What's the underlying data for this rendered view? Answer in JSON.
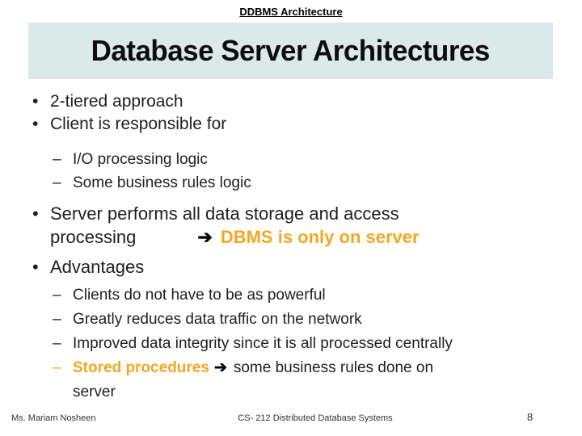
{
  "header": {
    "course_tag": "DDBMS Architecture"
  },
  "title_bar": {
    "title": "Database Server Architectures"
  },
  "colors": {
    "title_bar_bg": "#d9eae8",
    "highlight_orange": "#f5a623",
    "body_text": "#1f1f1f"
  },
  "glyphs": {
    "bullet": "•",
    "dash": "–",
    "arrow": "➔"
  },
  "bullets": {
    "b1": "2-tiered approach",
    "b2": "Client is responsible for",
    "b2_sub1": "I/O processing logic",
    "b2_sub2": "Some business rules logic",
    "b3_line1": "Server performs all data storage and access",
    "b3_line2": "processing",
    "b3_highlight": "DBMS is only on server",
    "b4": "Advantages",
    "b4_sub1": "Clients do not have to be as powerful",
    "b4_sub2": "Greatly reduces data traffic on the network",
    "b4_sub3": "Improved data integrity since it is all processed centrally",
    "b4_sub4_highlight": "Stored procedures",
    "b4_sub4_rest_line1": "some business rules done on",
    "b4_sub4_rest_line2": "server"
  },
  "footer": {
    "left": "Ms. Mariam Nosheen",
    "center": "CS- 212 Distributed Database Systems",
    "page_number": "8"
  }
}
